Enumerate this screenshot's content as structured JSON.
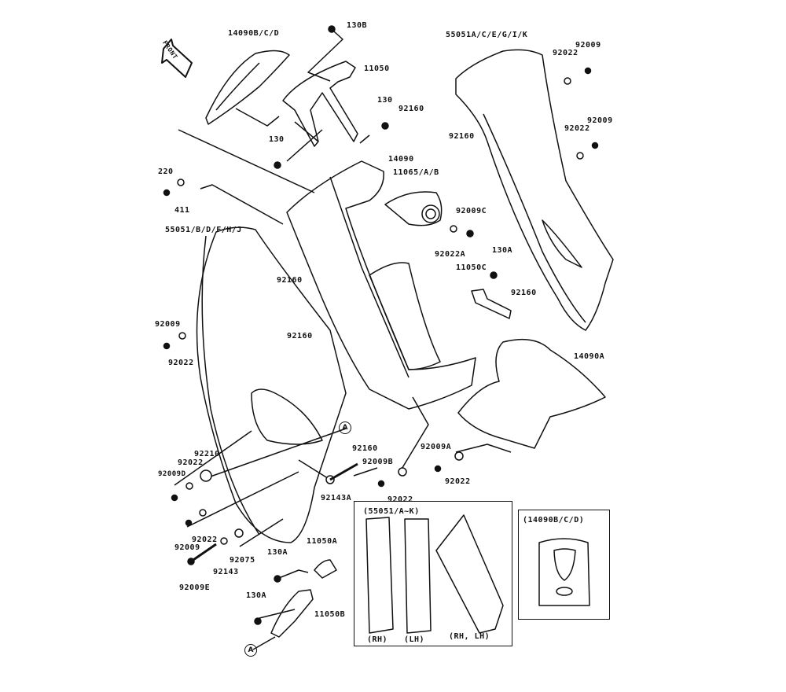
{
  "front_arrow": {
    "text": "FRONT",
    "icon": "front-arrow-icon"
  },
  "labels": [
    "14090B/C/D",
    "130B",
    "11050",
    "130",
    "130",
    "14090",
    "11065/A/B",
    "220",
    "411",
    "55051/B/D/F/H/J",
    "92160",
    "92160",
    "92009",
    "92022",
    "55051A/C/E/G/I/K",
    "92009",
    "92022",
    "92160",
    "92160",
    "92009",
    "92022",
    "92009C",
    "92022A",
    "130A",
    "11050C",
    "92160",
    "14090A",
    "92160",
    "92210",
    "92022",
    "92009D",
    "92009B",
    "92009A",
    "92022",
    "92143A",
    "92022",
    "92022",
    "92009",
    "92075",
    "92143",
    "92009E",
    "130A",
    "11050A",
    "130A",
    "11050B"
  ],
  "reference_markers": [
    "A",
    "A"
  ],
  "inset_side_covers": {
    "title": "(55051/A~K)",
    "captions": [
      "(RH)",
      "(LH)",
      "(RH, LH)"
    ]
  },
  "inset_center_cover": {
    "title": "(14090B/C/D)"
  }
}
